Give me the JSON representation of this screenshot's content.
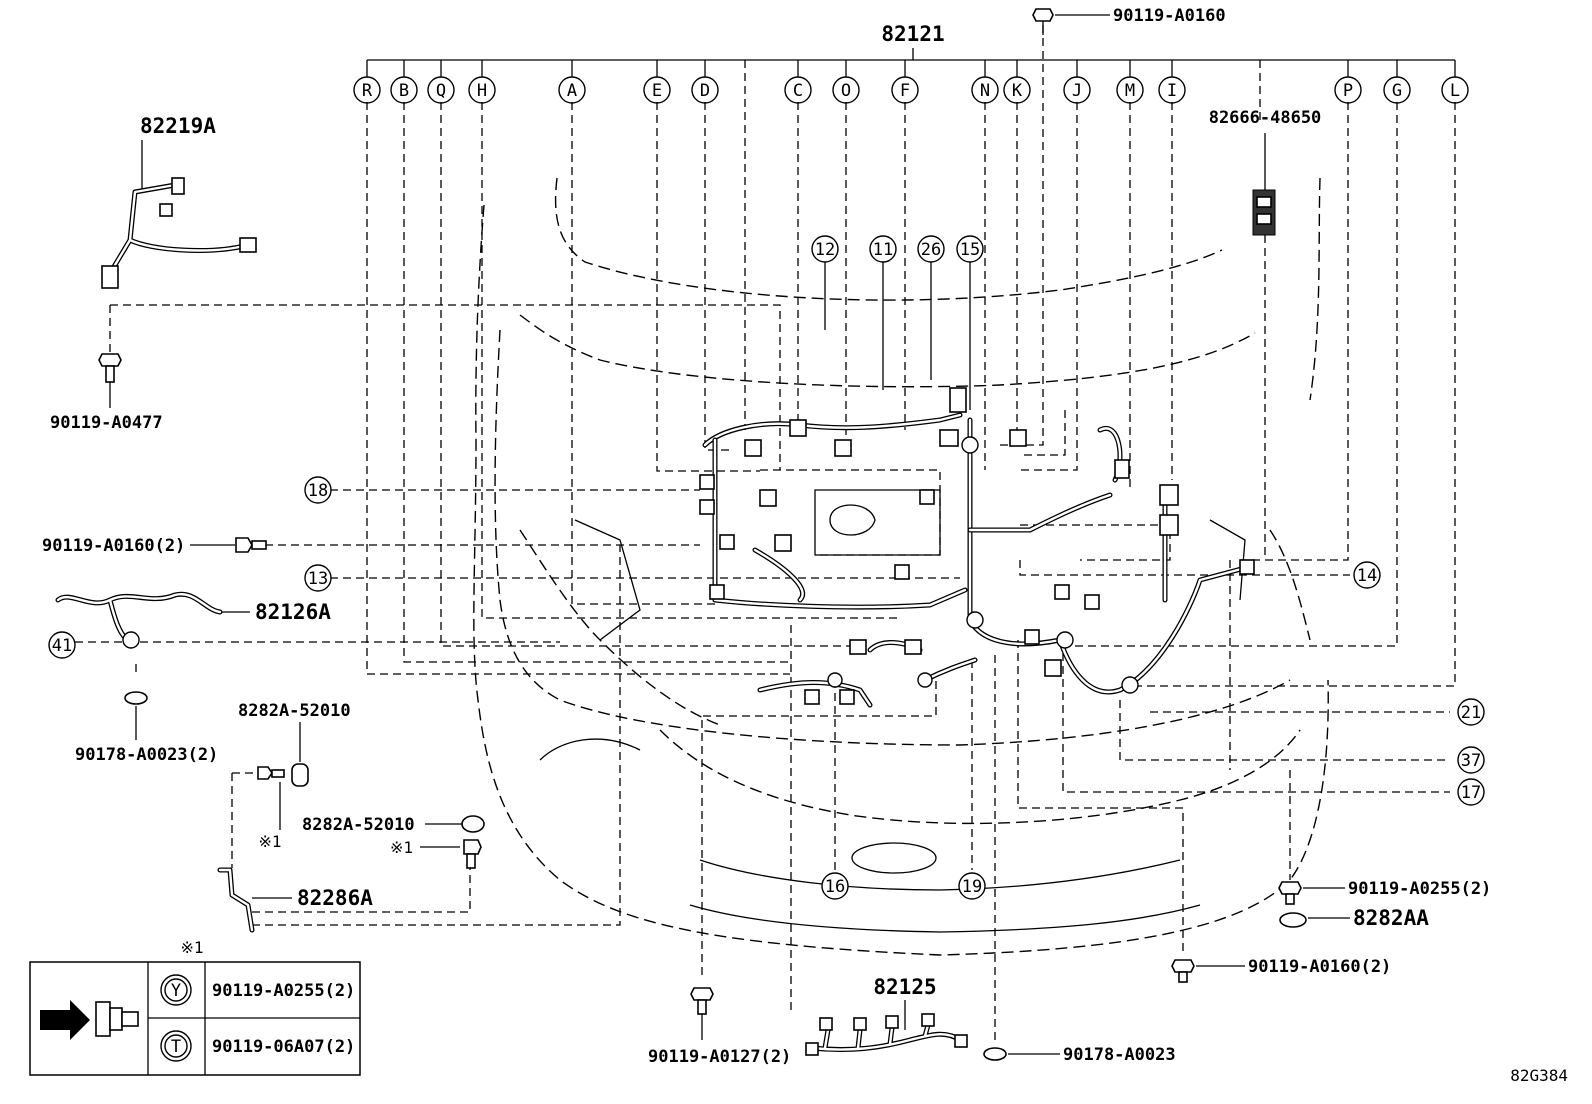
{
  "main_part": "82121",
  "letter_callouts": [
    "R",
    "B",
    "Q",
    "H",
    "A",
    "E",
    "D",
    "C",
    "O",
    "F",
    "N",
    "K",
    "J",
    "M",
    "I",
    "P",
    "G",
    "L"
  ],
  "number_callouts": {
    "c12": "12",
    "c11": "11",
    "c26": "26",
    "c15": "15",
    "c18": "18",
    "c13": "13",
    "c14": "14",
    "c41": "41",
    "c21": "21",
    "c37": "37",
    "c17": "17",
    "c16": "16",
    "c19": "19"
  },
  "labels": {
    "p90119_A0160_top": "90119-A0160",
    "p82666": "82666-48650",
    "p82219A": "82219A",
    "p90119_A0477": "90119-A0477",
    "p90119_A0160_2_left": "90119-A0160(2)",
    "p82126A": "82126A",
    "p90178_A0023_2": "90178-A0023(2)",
    "p8282A_52010_a": "8282A-52010",
    "p8282A_52010_b": "8282A-52010",
    "mark1_a": "※1",
    "mark1_b": "※1",
    "mark1_c": "※1",
    "p82286A": "82286A",
    "p82125": "82125",
    "p90119_A0127_2": "90119-A0127(2)",
    "p90178_A0023": "90178-A0023",
    "p90119_A0255_2_right": "90119-A0255(2)",
    "p8282AA": "8282AA",
    "p90119_A0160_2_right": "90119-A0160(2)",
    "diagram_id": "82G384"
  },
  "legend": {
    "rows": [
      {
        "symbol": "Y",
        "part": "90119-A0255(2)"
      },
      {
        "symbol": "T",
        "part": "90119-06A07(2)"
      }
    ]
  }
}
